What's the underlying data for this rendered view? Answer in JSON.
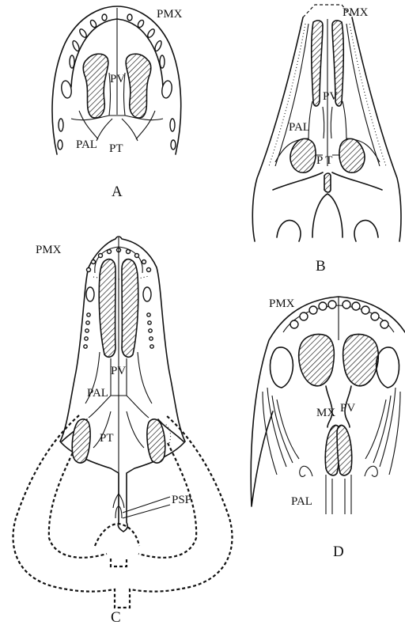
{
  "panels": {
    "A": {
      "caption": "A",
      "labels": {
        "pmx": "PMX",
        "pv": "PV",
        "pal": "PAL",
        "pt": "PT"
      }
    },
    "B": {
      "caption": "B",
      "labels": {
        "pmx": "PMX",
        "pv": "PV",
        "pal": "PAL",
        "pt": "P T"
      }
    },
    "C": {
      "caption": "C",
      "labels": {
        "pmx": "PMX",
        "pv": "PV",
        "pal": "PAL",
        "pt": "PT",
        "psp": "PSP"
      }
    },
    "D": {
      "caption": "D",
      "labels": {
        "pmx": "PMX",
        "mx": "MX",
        "pv": "PV",
        "pal": "PAL"
      }
    }
  }
}
